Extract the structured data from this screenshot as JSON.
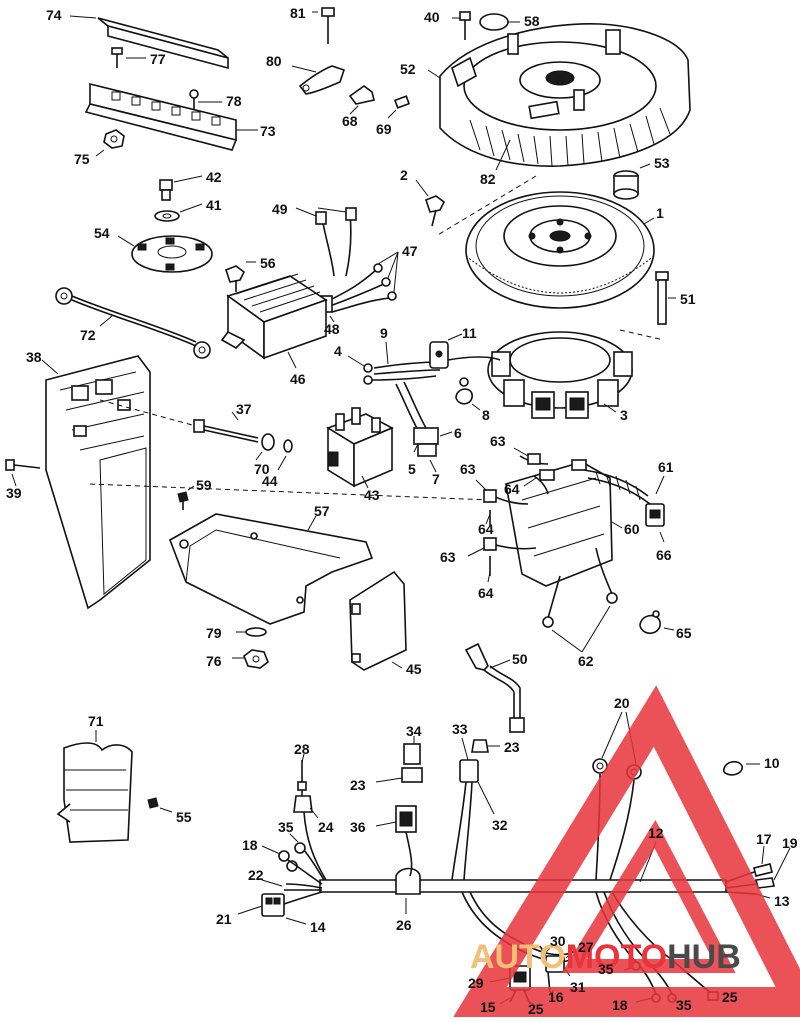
{
  "diagram": {
    "callouts": [
      {
        "id": "c74",
        "label": "74"
      },
      {
        "id": "c77",
        "label": "77"
      },
      {
        "id": "c78",
        "label": "78"
      },
      {
        "id": "c73",
        "label": "73"
      },
      {
        "id": "c75",
        "label": "75"
      },
      {
        "id": "c81",
        "label": "81"
      },
      {
        "id": "c80",
        "label": "80"
      },
      {
        "id": "c68",
        "label": "68"
      },
      {
        "id": "c69",
        "label": "69"
      },
      {
        "id": "c40",
        "label": "40"
      },
      {
        "id": "c58",
        "label": "58"
      },
      {
        "id": "c52",
        "label": "52"
      },
      {
        "id": "c82",
        "label": "82"
      },
      {
        "id": "c53",
        "label": "53"
      },
      {
        "id": "c2",
        "label": "2"
      },
      {
        "id": "c1",
        "label": "1"
      },
      {
        "id": "c42",
        "label": "42"
      },
      {
        "id": "c41",
        "label": "41"
      },
      {
        "id": "c54",
        "label": "54"
      },
      {
        "id": "c49",
        "label": "49"
      },
      {
        "id": "c47",
        "label": "47"
      },
      {
        "id": "c56",
        "label": "56"
      },
      {
        "id": "c51",
        "label": "51"
      },
      {
        "id": "c72",
        "label": "72"
      },
      {
        "id": "c48",
        "label": "48"
      },
      {
        "id": "c9",
        "label": "9"
      },
      {
        "id": "c11",
        "label": "11"
      },
      {
        "id": "c38",
        "label": "38"
      },
      {
        "id": "c46",
        "label": "46"
      },
      {
        "id": "c4",
        "label": "4"
      },
      {
        "id": "c37",
        "label": "37"
      },
      {
        "id": "c8",
        "label": "8"
      },
      {
        "id": "c3",
        "label": "3"
      },
      {
        "id": "c6",
        "label": "6"
      },
      {
        "id": "c63a",
        "label": "63"
      },
      {
        "id": "c61",
        "label": "61"
      },
      {
        "id": "c70",
        "label": "70"
      },
      {
        "id": "c44",
        "label": "44"
      },
      {
        "id": "c5",
        "label": "5"
      },
      {
        "id": "c7",
        "label": "7"
      },
      {
        "id": "c63b",
        "label": "63"
      },
      {
        "id": "c64a",
        "label": "64"
      },
      {
        "id": "c39",
        "label": "39"
      },
      {
        "id": "c43",
        "label": "43"
      },
      {
        "id": "c59",
        "label": "59"
      },
      {
        "id": "c57",
        "label": "57"
      },
      {
        "id": "c64b",
        "label": "64"
      },
      {
        "id": "c60",
        "label": "60"
      },
      {
        "id": "c66",
        "label": "66"
      },
      {
        "id": "c63c",
        "label": "63"
      },
      {
        "id": "c64c",
        "label": "64"
      },
      {
        "id": "c65",
        "label": "65"
      },
      {
        "id": "c79",
        "label": "79"
      },
      {
        "id": "c62",
        "label": "62"
      },
      {
        "id": "c76",
        "label": "76"
      },
      {
        "id": "c45",
        "label": "45"
      },
      {
        "id": "c50",
        "label": "50"
      },
      {
        "id": "c20",
        "label": "20"
      },
      {
        "id": "c71",
        "label": "71"
      },
      {
        "id": "c34",
        "label": "34"
      },
      {
        "id": "c33",
        "label": "33"
      },
      {
        "id": "c28",
        "label": "28"
      },
      {
        "id": "c23a",
        "label": "23"
      },
      {
        "id": "c10",
        "label": "10"
      },
      {
        "id": "c23b",
        "label": "23"
      },
      {
        "id": "c55",
        "label": "55"
      },
      {
        "id": "c35a",
        "label": "35"
      },
      {
        "id": "c24",
        "label": "24"
      },
      {
        "id": "c36",
        "label": "36"
      },
      {
        "id": "c32",
        "label": "32"
      },
      {
        "id": "c12",
        "label": "12"
      },
      {
        "id": "c17",
        "label": "17"
      },
      {
        "id": "c19",
        "label": "19"
      },
      {
        "id": "c18a",
        "label": "18"
      },
      {
        "id": "c22",
        "label": "22"
      },
      {
        "id": "c13",
        "label": "13"
      },
      {
        "id": "c21",
        "label": "21"
      },
      {
        "id": "c14",
        "label": "14"
      },
      {
        "id": "c26",
        "label": "26"
      },
      {
        "id": "c30",
        "label": "30"
      },
      {
        "id": "c27",
        "label": "27"
      },
      {
        "id": "c35b",
        "label": "35"
      },
      {
        "id": "c29",
        "label": "29"
      },
      {
        "id": "c31",
        "label": "31"
      },
      {
        "id": "c16",
        "label": "16"
      },
      {
        "id": "c15",
        "label": "15"
      },
      {
        "id": "c25a",
        "label": "25"
      },
      {
        "id": "c18b",
        "label": "18"
      },
      {
        "id": "c35c",
        "label": "35"
      },
      {
        "id": "c25b",
        "label": "25"
      }
    ]
  },
  "watermark": {
    "text_part1": "AUTO",
    "text_part2": "MOTO",
    "text_part3": "HUB",
    "color_main": "#e8343a",
    "color_accent": "#f0c078",
    "color_dark": "#4a4a4a"
  },
  "colors": {
    "line": "#111111",
    "background": "#ffffff"
  }
}
